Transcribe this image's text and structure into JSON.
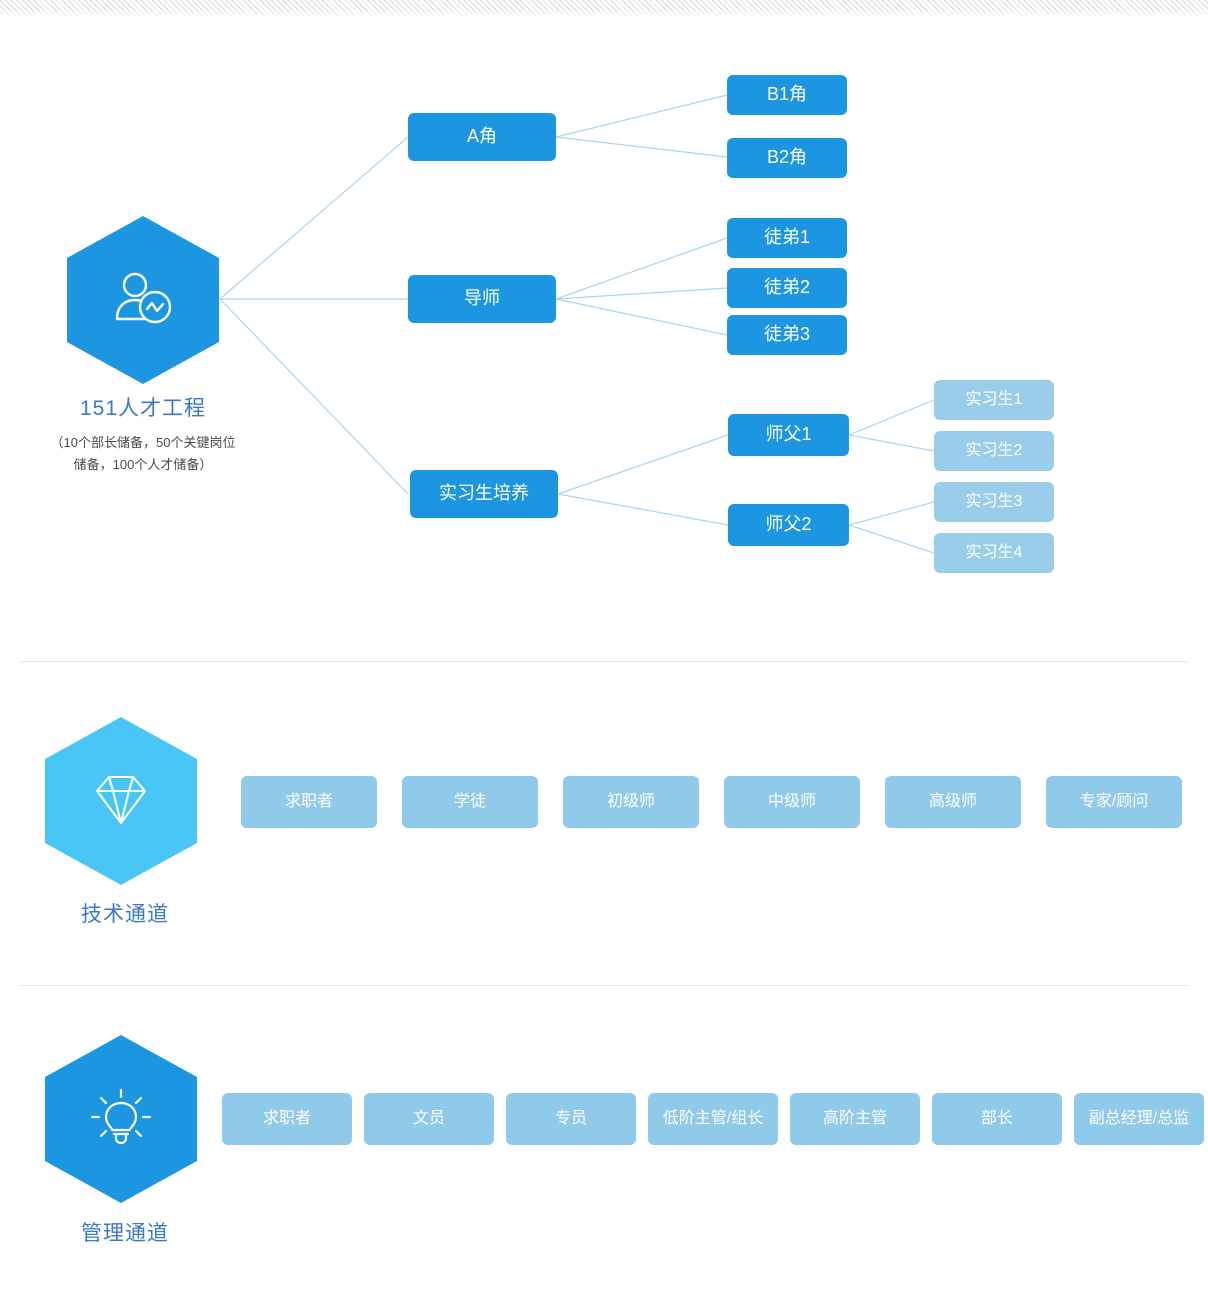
{
  "page": {
    "background": "#ffffff",
    "accent_dark": "#1c96e0",
    "accent_light": "#9acdea",
    "accent_cyan": "#49c6f5",
    "link_color": "#a9d5ef",
    "title_color": "#3a78c8"
  },
  "section_talent": {
    "hex_icon": "person-activity-icon",
    "hex_color": "#1c96e0",
    "title": "151人才工程",
    "subtitle_line1": "（10个部长储备，50个关键岗位",
    "subtitle_line2": "储备，100个人才储备）",
    "branches": [
      {
        "label": "A角",
        "children": [
          {
            "label": "B1角"
          },
          {
            "label": "B2角"
          }
        ]
      },
      {
        "label": "导师",
        "children": [
          {
            "label": "徒弟1"
          },
          {
            "label": "徒弟2"
          },
          {
            "label": "徒弟3"
          }
        ]
      },
      {
        "label": "实习生培养",
        "children": [
          {
            "label": "师父1",
            "grandchildren": [
              {
                "label": "实习生1"
              },
              {
                "label": "实习生2"
              }
            ]
          },
          {
            "label": "师父2",
            "grandchildren": [
              {
                "label": "实习生3"
              },
              {
                "label": "实习生4"
              }
            ]
          }
        ]
      }
    ]
  },
  "section_technical": {
    "hex_icon": "diamond-icon",
    "hex_color": "#49c6f5",
    "title": "技术通道",
    "steps": [
      {
        "label": "求职者"
      },
      {
        "label": "学徒"
      },
      {
        "label": "初级师"
      },
      {
        "label": "中级师"
      },
      {
        "label": "高级师"
      },
      {
        "label": "专家/顾问"
      }
    ]
  },
  "section_management": {
    "hex_icon": "lightbulb-icon",
    "hex_color": "#1c96e0",
    "title": "管理通道",
    "steps": [
      {
        "label": "求职者"
      },
      {
        "label": "文员"
      },
      {
        "label": "专员"
      },
      {
        "label": "低阶主管/组长"
      },
      {
        "label": "高阶主管"
      },
      {
        "label": "部长"
      },
      {
        "label": "副总经理/总监"
      }
    ]
  }
}
